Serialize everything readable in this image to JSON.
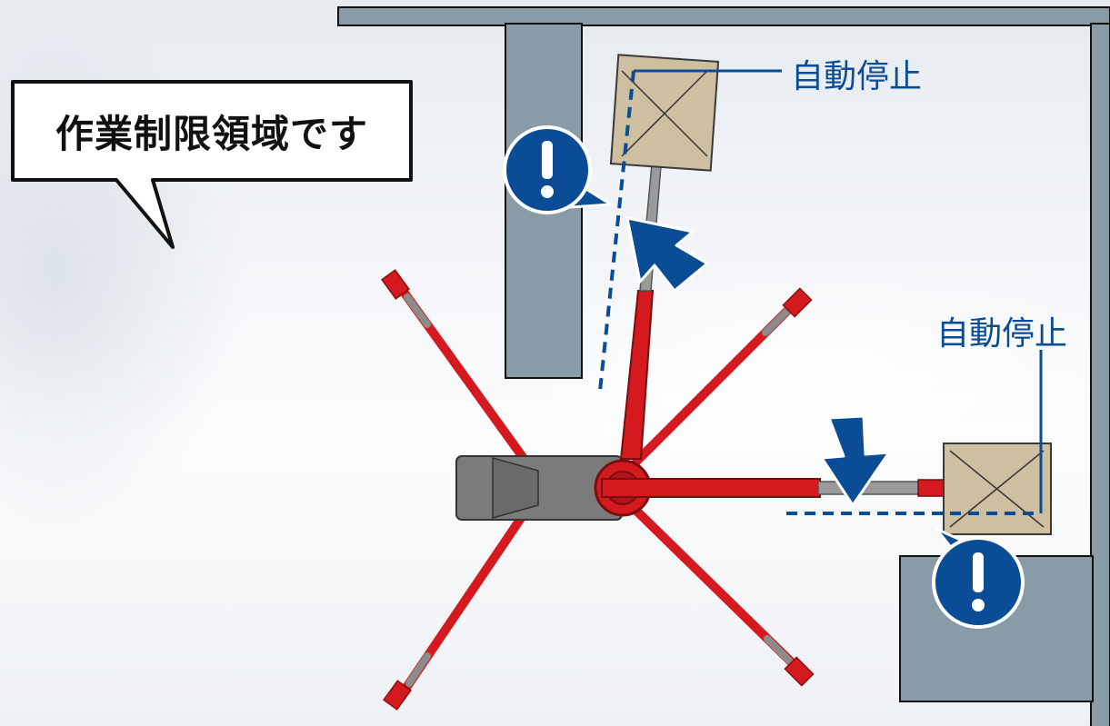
{
  "callout": {
    "text": "作業制限領域です"
  },
  "stop_labels": {
    "top": "自動停止",
    "right": "自動停止"
  },
  "colors": {
    "wall": "#8a9ba8",
    "boom_red": "#d41a1f",
    "boom_gray": "#8c8c8c",
    "warning_blue": "#0a4c95",
    "load": "#cdbfa0"
  },
  "icons": {
    "warning": "exclamation-icon",
    "arrow": "direction-arrow-icon"
  }
}
